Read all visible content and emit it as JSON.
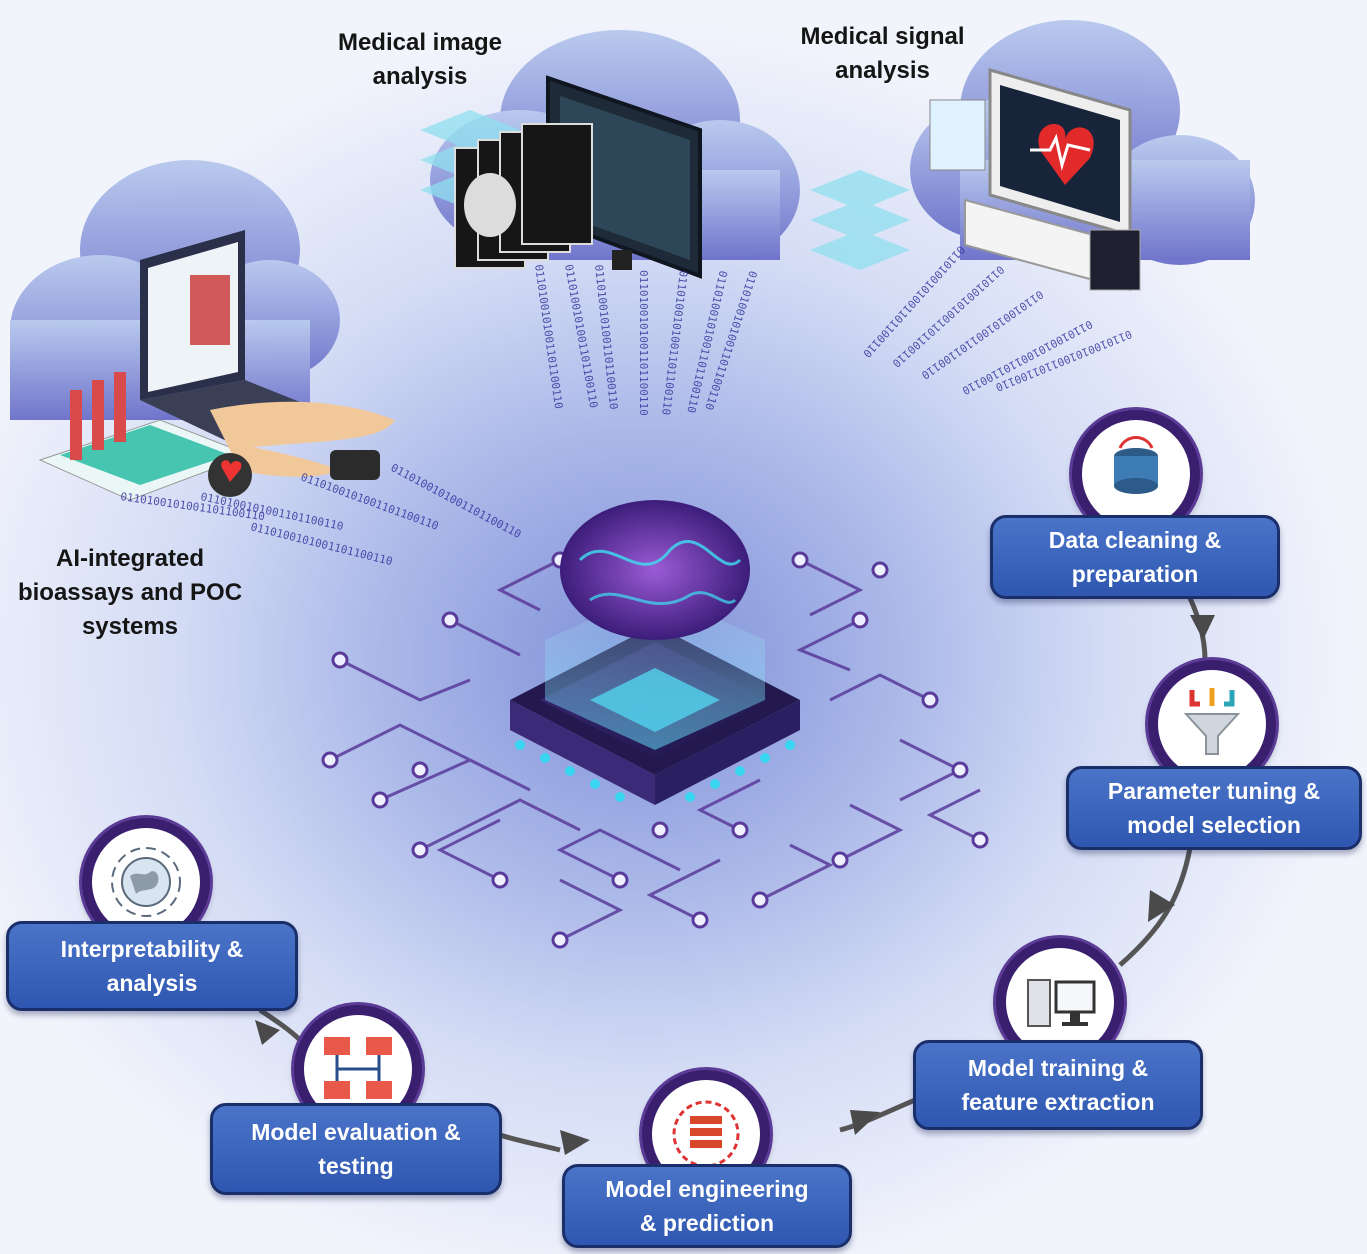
{
  "labels": {
    "image_analysis": [
      "Medical image",
      "analysis"
    ],
    "signal_analysis": [
      "Medical signal",
      "analysis"
    ],
    "bioassays": [
      "AI-integrated",
      "bioassays and POC",
      "systems"
    ]
  },
  "steps": [
    {
      "lines": [
        "Data cleaning &",
        "preparation"
      ],
      "icon": "database-icon"
    },
    {
      "lines": [
        "Parameter tuning &",
        "model selection"
      ],
      "icon": "funnel-icon"
    },
    {
      "lines": [
        "Model training &",
        "feature extraction"
      ],
      "icon": "computer-icon"
    },
    {
      "lines": [
        "Model engineering",
        "& prediction"
      ],
      "icon": "server-cycle-icon"
    },
    {
      "lines": [
        "Model evaluation &",
        "testing"
      ],
      "icon": "network-icon"
    },
    {
      "lines": [
        "Interpretability &",
        "analysis"
      ],
      "icon": "globe-icon"
    }
  ],
  "binary_text": "0110100101001101100110",
  "colors": {
    "step_fill": "#3a63bd",
    "step_border": "#1a2f6a",
    "badge_ring": "#3a1f6e",
    "circuit": "#5a3a9a",
    "chip_glow": "#38d6f0",
    "cloud": "#8f8ee0"
  }
}
